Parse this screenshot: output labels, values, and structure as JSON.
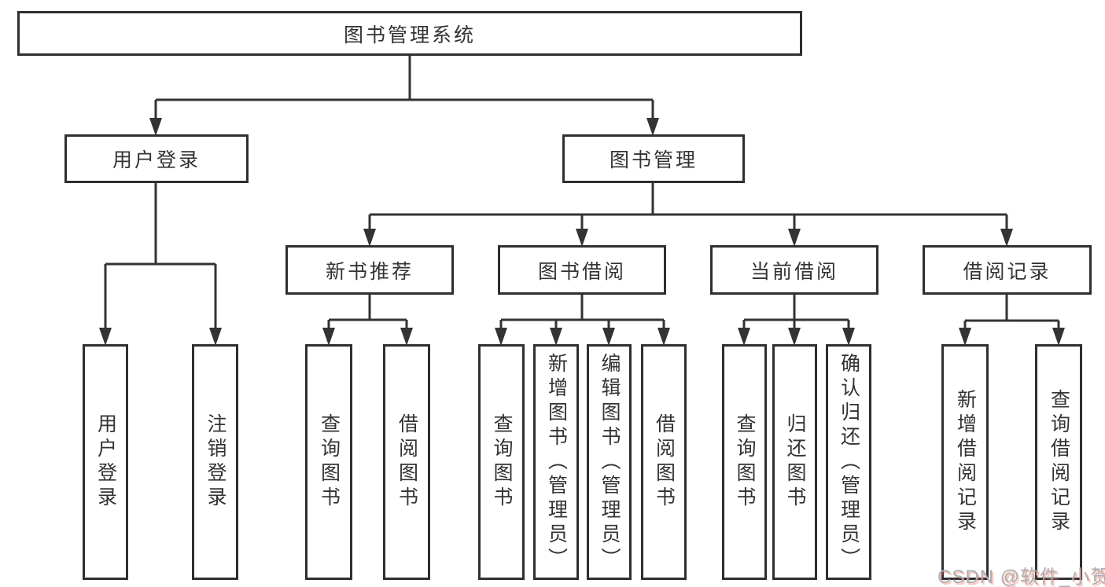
{
  "nodes": {
    "root": {
      "label": "图书管理系统"
    },
    "branches": [
      {
        "label": "用户登录",
        "parent": "图书管理系统"
      },
      {
        "label": "图书管理",
        "parent": "图书管理系统"
      }
    ],
    "sections": [
      {
        "label": "新书推荐",
        "parent": "图书管理"
      },
      {
        "label": "图书借阅",
        "parent": "图书管理"
      },
      {
        "label": "当前借阅",
        "parent": "图书管理"
      },
      {
        "label": "借阅记录",
        "parent": "图书管理"
      }
    ],
    "leaves": [
      {
        "label": "用户登录",
        "parent": "用户登录"
      },
      {
        "label": "注销登录",
        "parent": "用户登录"
      },
      {
        "label": "查询图书",
        "parent": "新书推荐"
      },
      {
        "label": "借阅图书",
        "parent": "新书推荐"
      },
      {
        "label": "查询图书",
        "parent": "图书借阅"
      },
      {
        "label": "新增图书（管理员）",
        "parent": "图书借阅"
      },
      {
        "label": "编辑图书（管理员）",
        "parent": "图书借阅"
      },
      {
        "label": "借阅图书",
        "parent": "图书借阅"
      },
      {
        "label": "查询图书",
        "parent": "当前借阅"
      },
      {
        "label": "归还图书",
        "parent": "当前借阅"
      },
      {
        "label": "确认归还（管理员）",
        "parent": "当前借阅"
      },
      {
        "label": "新增借阅记录",
        "parent": "借阅记录"
      },
      {
        "label": "查询借阅记录",
        "parent": "借阅记录"
      }
    ]
  },
  "watermark": {
    "text": "CSDN @软件_小贺同学"
  },
  "colors": {
    "line": "#333333",
    "box_border": "#2f2f2f",
    "text": "#333333",
    "background": "#ffffff",
    "watermark_text": "#a9aeb6",
    "watermark_accent": "#fa5531"
  }
}
